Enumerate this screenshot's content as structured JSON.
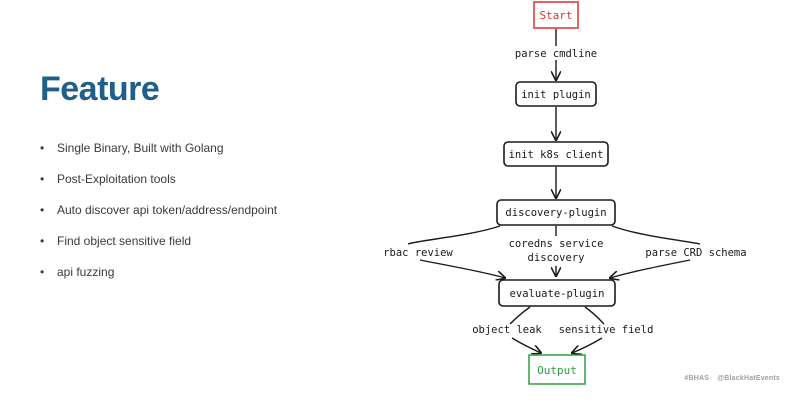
{
  "slide": {
    "title": "Feature",
    "bullets": [
      "Single Binary, Built with Golang",
      "Post-Exploitation tools",
      "Auto discover api token/address/endpoint",
      "Find object sensitive field",
      "api fuzzing"
    ],
    "footer": {
      "hashtag": "#BHAS",
      "handle": "@BlackHatEvents"
    }
  },
  "flow": {
    "nodes": {
      "start": "Start",
      "init_plugin": "init plugin",
      "init_k8s": "init k8s client",
      "discovery": "discovery-plugin",
      "evaluate": "evaluate-plugin",
      "output": "Output"
    },
    "edge_labels": {
      "parse_cmdline": "parse cmdline",
      "rbac_review": "rbac review",
      "coredns_line1": "coredns service",
      "coredns_line2": "discovery",
      "parse_crd": "parse CRD schema",
      "object_leak": "object leak",
      "sensitive_field": "sensitive field"
    },
    "colors": {
      "start_border": "#e0312b",
      "start_text": "#e0312b",
      "output_border": "#2e9e3f",
      "output_text": "#2e9e3f",
      "stroke": "#1a1a1a",
      "title": "#1f5f8b"
    }
  }
}
